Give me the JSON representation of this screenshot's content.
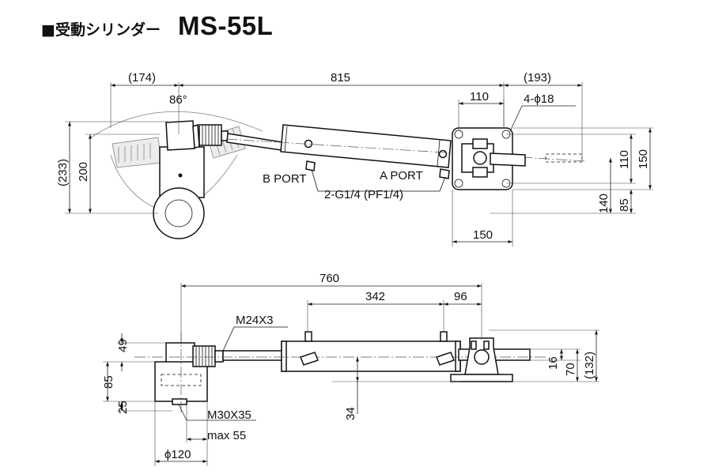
{
  "heading": {
    "title": "■受動シリンダー",
    "model": "MS-55L"
  },
  "top_view": {
    "dims": {
      "left_reach": "(174)",
      "length": "815",
      "right_reach": "(193)",
      "mount_offset": "110",
      "holes": "4-ϕ18",
      "angle": "86°",
      "overall_height": "(233)",
      "height": "200",
      "mount_height": "110",
      "mount_width_v": "150",
      "base_to_center": "140",
      "center_offset": "85",
      "mount_width": "150"
    },
    "labels": {
      "b_port": "B PORT",
      "a_port": "A PORT",
      "port_spec": "2-G1/4 (PF1/4)"
    }
  },
  "side_view": {
    "dims": {
      "stroke": "760",
      "port_pitch": "342",
      "port_offset": "96",
      "thread_rod": "M24X3",
      "top_height": "49",
      "body_height": "85",
      "bottom_offset": "25",
      "axis_height": "34",
      "rod_height": "16",
      "mount_height": "70",
      "overall_height": "(132)",
      "thread_bolt": "M30X35",
      "max_len": "max 55",
      "diameter": "ϕ120"
    }
  }
}
